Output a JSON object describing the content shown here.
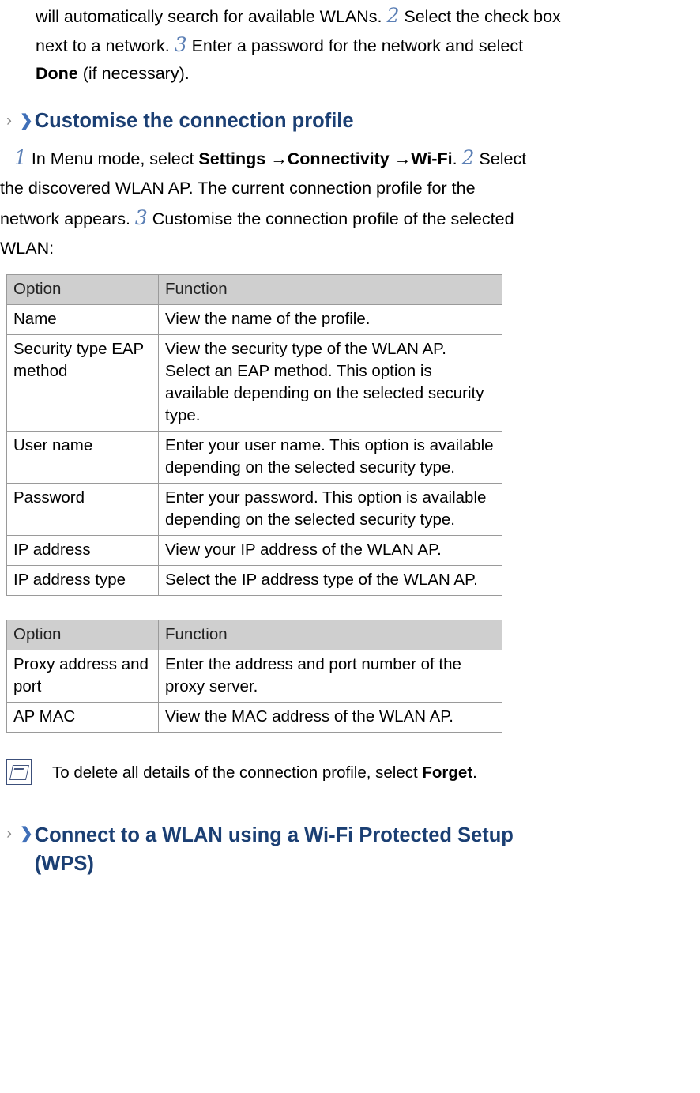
{
  "top_paragraph": {
    "line1_a": "will automatically search for available WLANs. ",
    "line1_num": "2",
    "line1_b": " Select the check box",
    "line2_a": "next to a network. ",
    "line2_num": "3",
    "line2_b": " Enter a password for the network and select",
    "line3_a": "",
    "line3_bold": "Done",
    "line3_b": " (if necessary)."
  },
  "heading1": {
    "chevron_gray": "›",
    "chevron_blue": "❯",
    "text": "Customise the connection profile"
  },
  "body_paragraph": {
    "n1": "1",
    "t1": " In Menu mode, select ",
    "b1": "Settings",
    "t2": " →",
    "b2": "Connectivity",
    "t3": " →",
    "b3": "Wi-Fi",
    "t4": ". ",
    "n2": "2",
    "t5": " Select",
    "t6": "the discovered WLAN AP. The current connection profile for the",
    "t7": "network appears. ",
    "n3": "3",
    "t8": " Customise the connection profile of the selected",
    "t9": "WLAN:"
  },
  "table1": {
    "headers": [
      "Option",
      "Function"
    ],
    "rows": [
      {
        "option": "Name",
        "function": "View the name of the profile."
      },
      {
        "option": "Security type EAP method",
        "function": "View the security type of the WLAN AP. Select an EAP method. This option is available depending on the selected security type."
      },
      {
        "option": "User name",
        "function": "Enter your user name. This option is available depending on the selected security type."
      },
      {
        "option": "Password",
        "function": "Enter your password. This option is available depending on the selected security type."
      },
      {
        "option": "IP address",
        "function": "View your IP address of the WLAN AP."
      },
      {
        "option": "IP address type",
        "function": "Select the IP address type of the WLAN AP."
      }
    ]
  },
  "table2": {
    "headers": [
      "Option",
      "Function"
    ],
    "rows": [
      {
        "option": "Proxy address and port",
        "function": "Enter the address and port number of the proxy server."
      },
      {
        "option": "AP MAC",
        "function": "View the MAC address of the WLAN AP."
      }
    ]
  },
  "note": {
    "icon": "note-pencil-icon",
    "text_a": "To delete all details of the connection profile, select ",
    "text_bold": "Forget",
    "text_b": "."
  },
  "heading2": {
    "chevron_gray": "›",
    "chevron_blue": "❯",
    "line1": "Connect to a WLAN using a Wi-Fi Protected Setup",
    "line2": "(WPS)"
  }
}
